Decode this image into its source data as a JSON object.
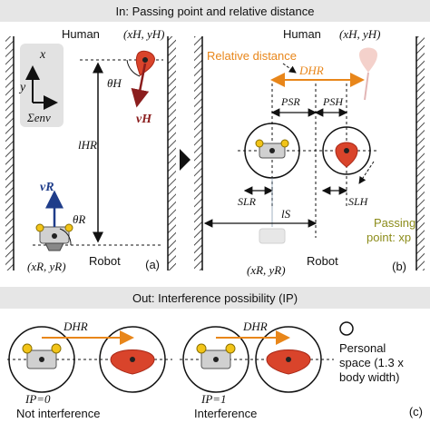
{
  "header_top": "In: Passing point and relative distance",
  "header_bottom": "Out: Interference possibility (IP)",
  "panel_a": {
    "human_label": "Human",
    "human_coord": "(xH, yH)",
    "robot_label": "Robot",
    "robot_coord": "(xR, yR)",
    "axis_x": "x",
    "axis_y": "y",
    "frame": "Σenv",
    "theta_h": "θH",
    "theta_r": "θR",
    "v_h": "vH",
    "v_r": "vR",
    "l_hr": "lHR",
    "panel_label": "(a)"
  },
  "panel_b": {
    "human_label": "Human",
    "human_coord": "(xH, yH)",
    "robot_label": "Robot",
    "robot_coord": "(xR, yR)",
    "relative_distance": "Relative distance",
    "d_hr": "DHR",
    "p_sr": "PSR",
    "p_sh": "PSH",
    "sl_r": "SLR",
    "sl_h": "SLH",
    "l_s": "lS",
    "passing_point_line1": "Passing",
    "passing_point_line2": "point: xp",
    "panel_label": "(b)"
  },
  "panel_c": {
    "d_hr_left": "DHR",
    "d_hr_right": "DHR",
    "ip0": "IP=0",
    "ip1": "IP=1",
    "not_interference": "Not interference",
    "interference": "Interference",
    "legend_line1": "Personal",
    "legend_line2": "space (1.3 x",
    "legend_line3": "body width)",
    "panel_label": "(c)"
  },
  "colors": {
    "header_bg": "#e6e6e6",
    "human_red": "#d9442b",
    "human_dark": "#a82817",
    "robot_blue": "#1f3d8a",
    "vel_human": "#8b1e1e",
    "orange": "#e8861a",
    "olive": "#8c8c1a",
    "frame_bg": "#e2e2e2"
  }
}
